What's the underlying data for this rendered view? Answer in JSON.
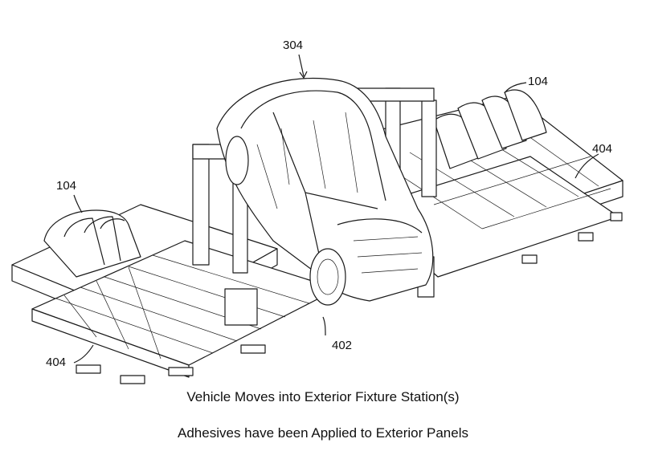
{
  "figure": {
    "reference_labels": {
      "vehicle": "304",
      "panels_right": "104",
      "panels_left": "104",
      "fixture_right": "404",
      "fixture_left": "404",
      "station": "402"
    },
    "captions": [
      "Vehicle Moves into Exterior Fixture Station(s)",
      "Adhesives have been Applied to Exterior Panels"
    ]
  }
}
